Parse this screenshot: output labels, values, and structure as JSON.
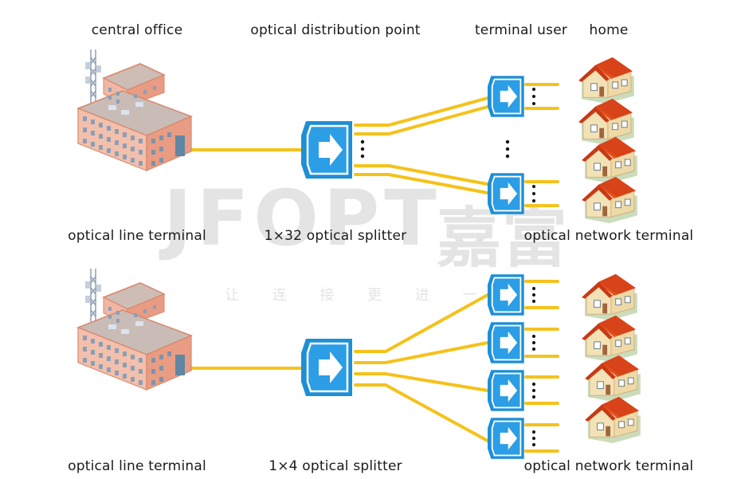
{
  "top": {
    "header_central_office": "central office",
    "header_distribution_point": "optical distribution point",
    "header_terminal_user": "terminal user",
    "header_home": "home",
    "olt_label": "optical line terminal",
    "splitter_label": "1×32 optical splitter",
    "ont_label": "optical network terminal"
  },
  "bottom": {
    "olt_label": "optical line terminal",
    "splitter_label": "1×4 optical splitter",
    "ont_label": "optical network terminal"
  },
  "watermark": {
    "brand": "JFOPT",
    "brand_cn": "嘉富",
    "slogan": "让 连 接 更 进 一"
  },
  "colors": {
    "fiber": "#f5c21b",
    "splitter_blue": "#1e8fd6",
    "roof": "#e4531a",
    "wall": "#f2e2b6",
    "building": "#f0b8a4"
  }
}
